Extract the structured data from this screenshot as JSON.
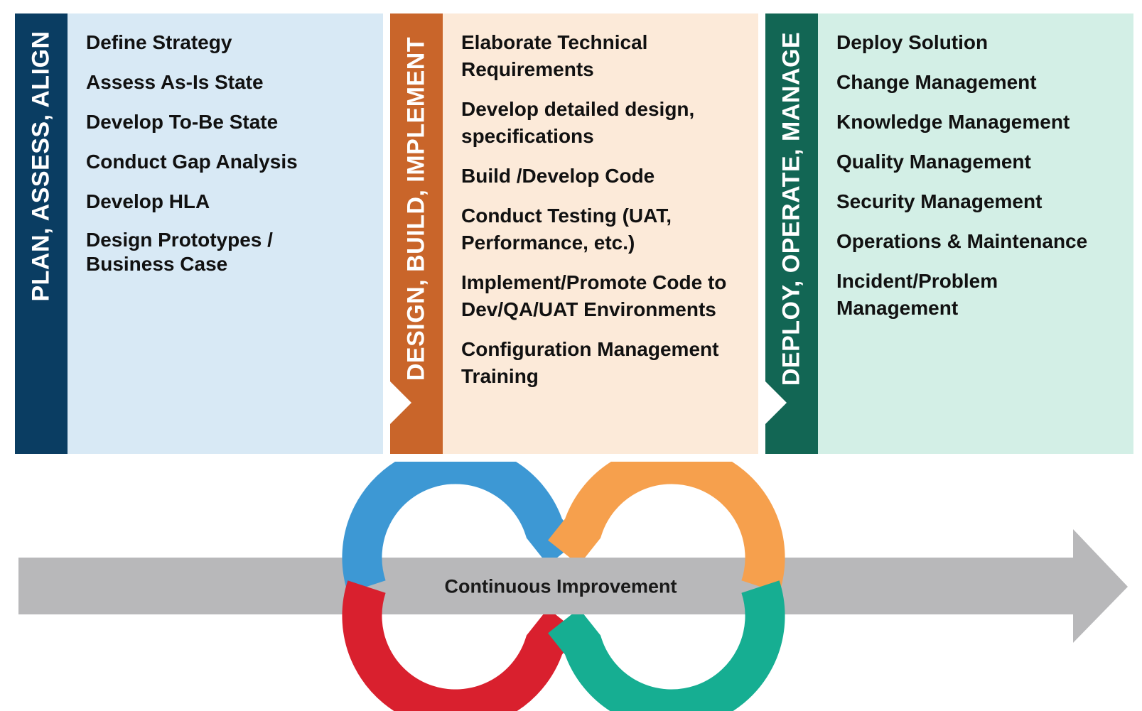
{
  "phases": [
    {
      "title": "PLAN, ASSESS, ALIGN",
      "items": [
        "Define Strategy",
        "Assess As-Is State",
        "Develop To-Be State",
        "Conduct Gap Analysis",
        "Develop HLA",
        "Design Prototypes / Business Case"
      ],
      "band_color": "#0a3d62",
      "body_color": "#d8e9f5"
    },
    {
      "title": "DESIGN, BUILD, IMPLEMENT",
      "items": [
        "Elaborate Technical Requirements",
        "Develop detailed design, specifications",
        "Build /Develop Code",
        "Conduct Testing (UAT, Performance, etc.)",
        "Implement/Promote Code to Dev/QA/UAT Environments",
        "Configuration Management Training"
      ],
      "band_color": "#c9652a",
      "body_color": "#fcead9"
    },
    {
      "title": "DEPLOY, OPERATE, MANAGE",
      "items": [
        "Deploy Solution",
        "Change Management",
        "Knowledge Management",
        "Quality Management",
        "Security Management",
        "Operations & Maintenance",
        "Incident/Problem Management"
      ],
      "band_color": "#126654",
      "body_color": "#d3efe6"
    }
  ],
  "cycle": {
    "label": "Continuous Improvement",
    "arrow_color": "#b8b8ba",
    "loop_colors": {
      "top_left": "#3d98d4",
      "bottom_left": "#d9202e",
      "top_right": "#f6a04d",
      "bottom_right": "#16ae92"
    }
  }
}
